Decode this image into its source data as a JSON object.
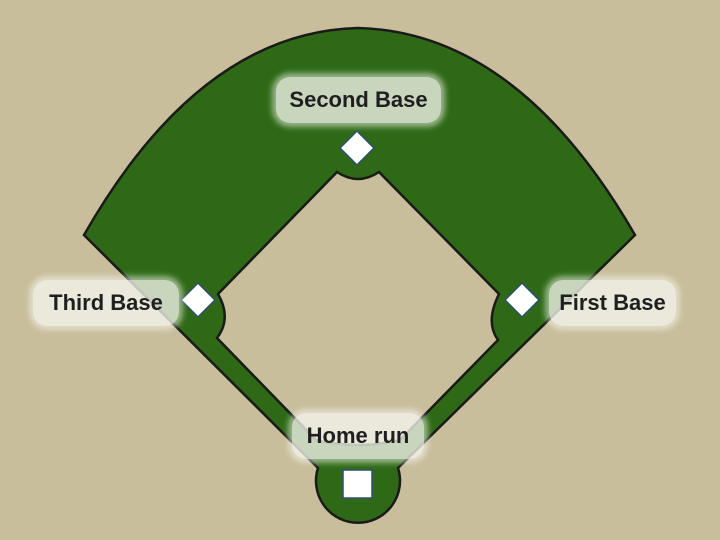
{
  "colors": {
    "background": "#c8be9b",
    "outfield": "#2e6a16",
    "outline": "#1a1a1a",
    "base_fill": "#ffffff",
    "base_stroke": "#2f4f72",
    "label_bg": "#f5f5ee"
  },
  "labels": {
    "second_base": "Second Base",
    "third_base": "Third Base",
    "first_base": "First Base",
    "home": "Home run"
  }
}
